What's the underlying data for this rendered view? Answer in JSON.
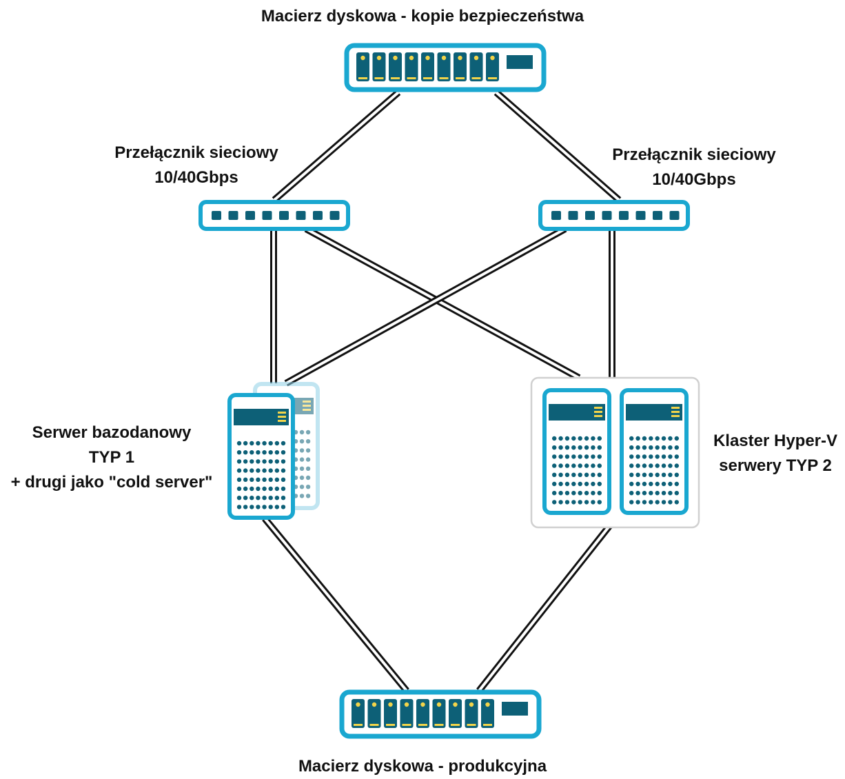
{
  "labels": {
    "backup_array": "Macierz dyskowa - kopie bezpieczeństwa",
    "switch_left": [
      "Przełącznik sieciowy",
      "10/40Gbps"
    ],
    "switch_right": [
      "Przełącznik sieciowy",
      "10/40Gbps"
    ],
    "db_server": [
      "Serwer bazodanowy",
      "TYP 1",
      "+ drugi jako \"cold server\""
    ],
    "hyperv_cluster": [
      "Klaster Hyper-V",
      "serwery TYP 2"
    ],
    "production_array": "Macierz dyskowa - produkcyjna"
  },
  "colors": {
    "outline": "#1aa7d0",
    "outline_faded": "#8fd0e6",
    "fill": "#ffffff",
    "dark": "#0d6077",
    "accent": "#f2d44a",
    "line": "#111111",
    "cluster_border": "#d0d0d0",
    "text": "#111111"
  },
  "icons": {
    "backup_array": "storage-array-icon",
    "production_array": "storage-array-icon",
    "switch": "network-switch-icon",
    "server": "tower-server-icon"
  },
  "links": [
    [
      "backup_array",
      "switch_left"
    ],
    [
      "backup_array",
      "switch_right"
    ],
    [
      "switch_left",
      "db_server"
    ],
    [
      "switch_left",
      "hyperv_cluster"
    ],
    [
      "switch_right",
      "db_server"
    ],
    [
      "switch_right",
      "hyperv_cluster"
    ],
    [
      "db_server",
      "production_array"
    ],
    [
      "hyperv_cluster",
      "production_array"
    ]
  ]
}
